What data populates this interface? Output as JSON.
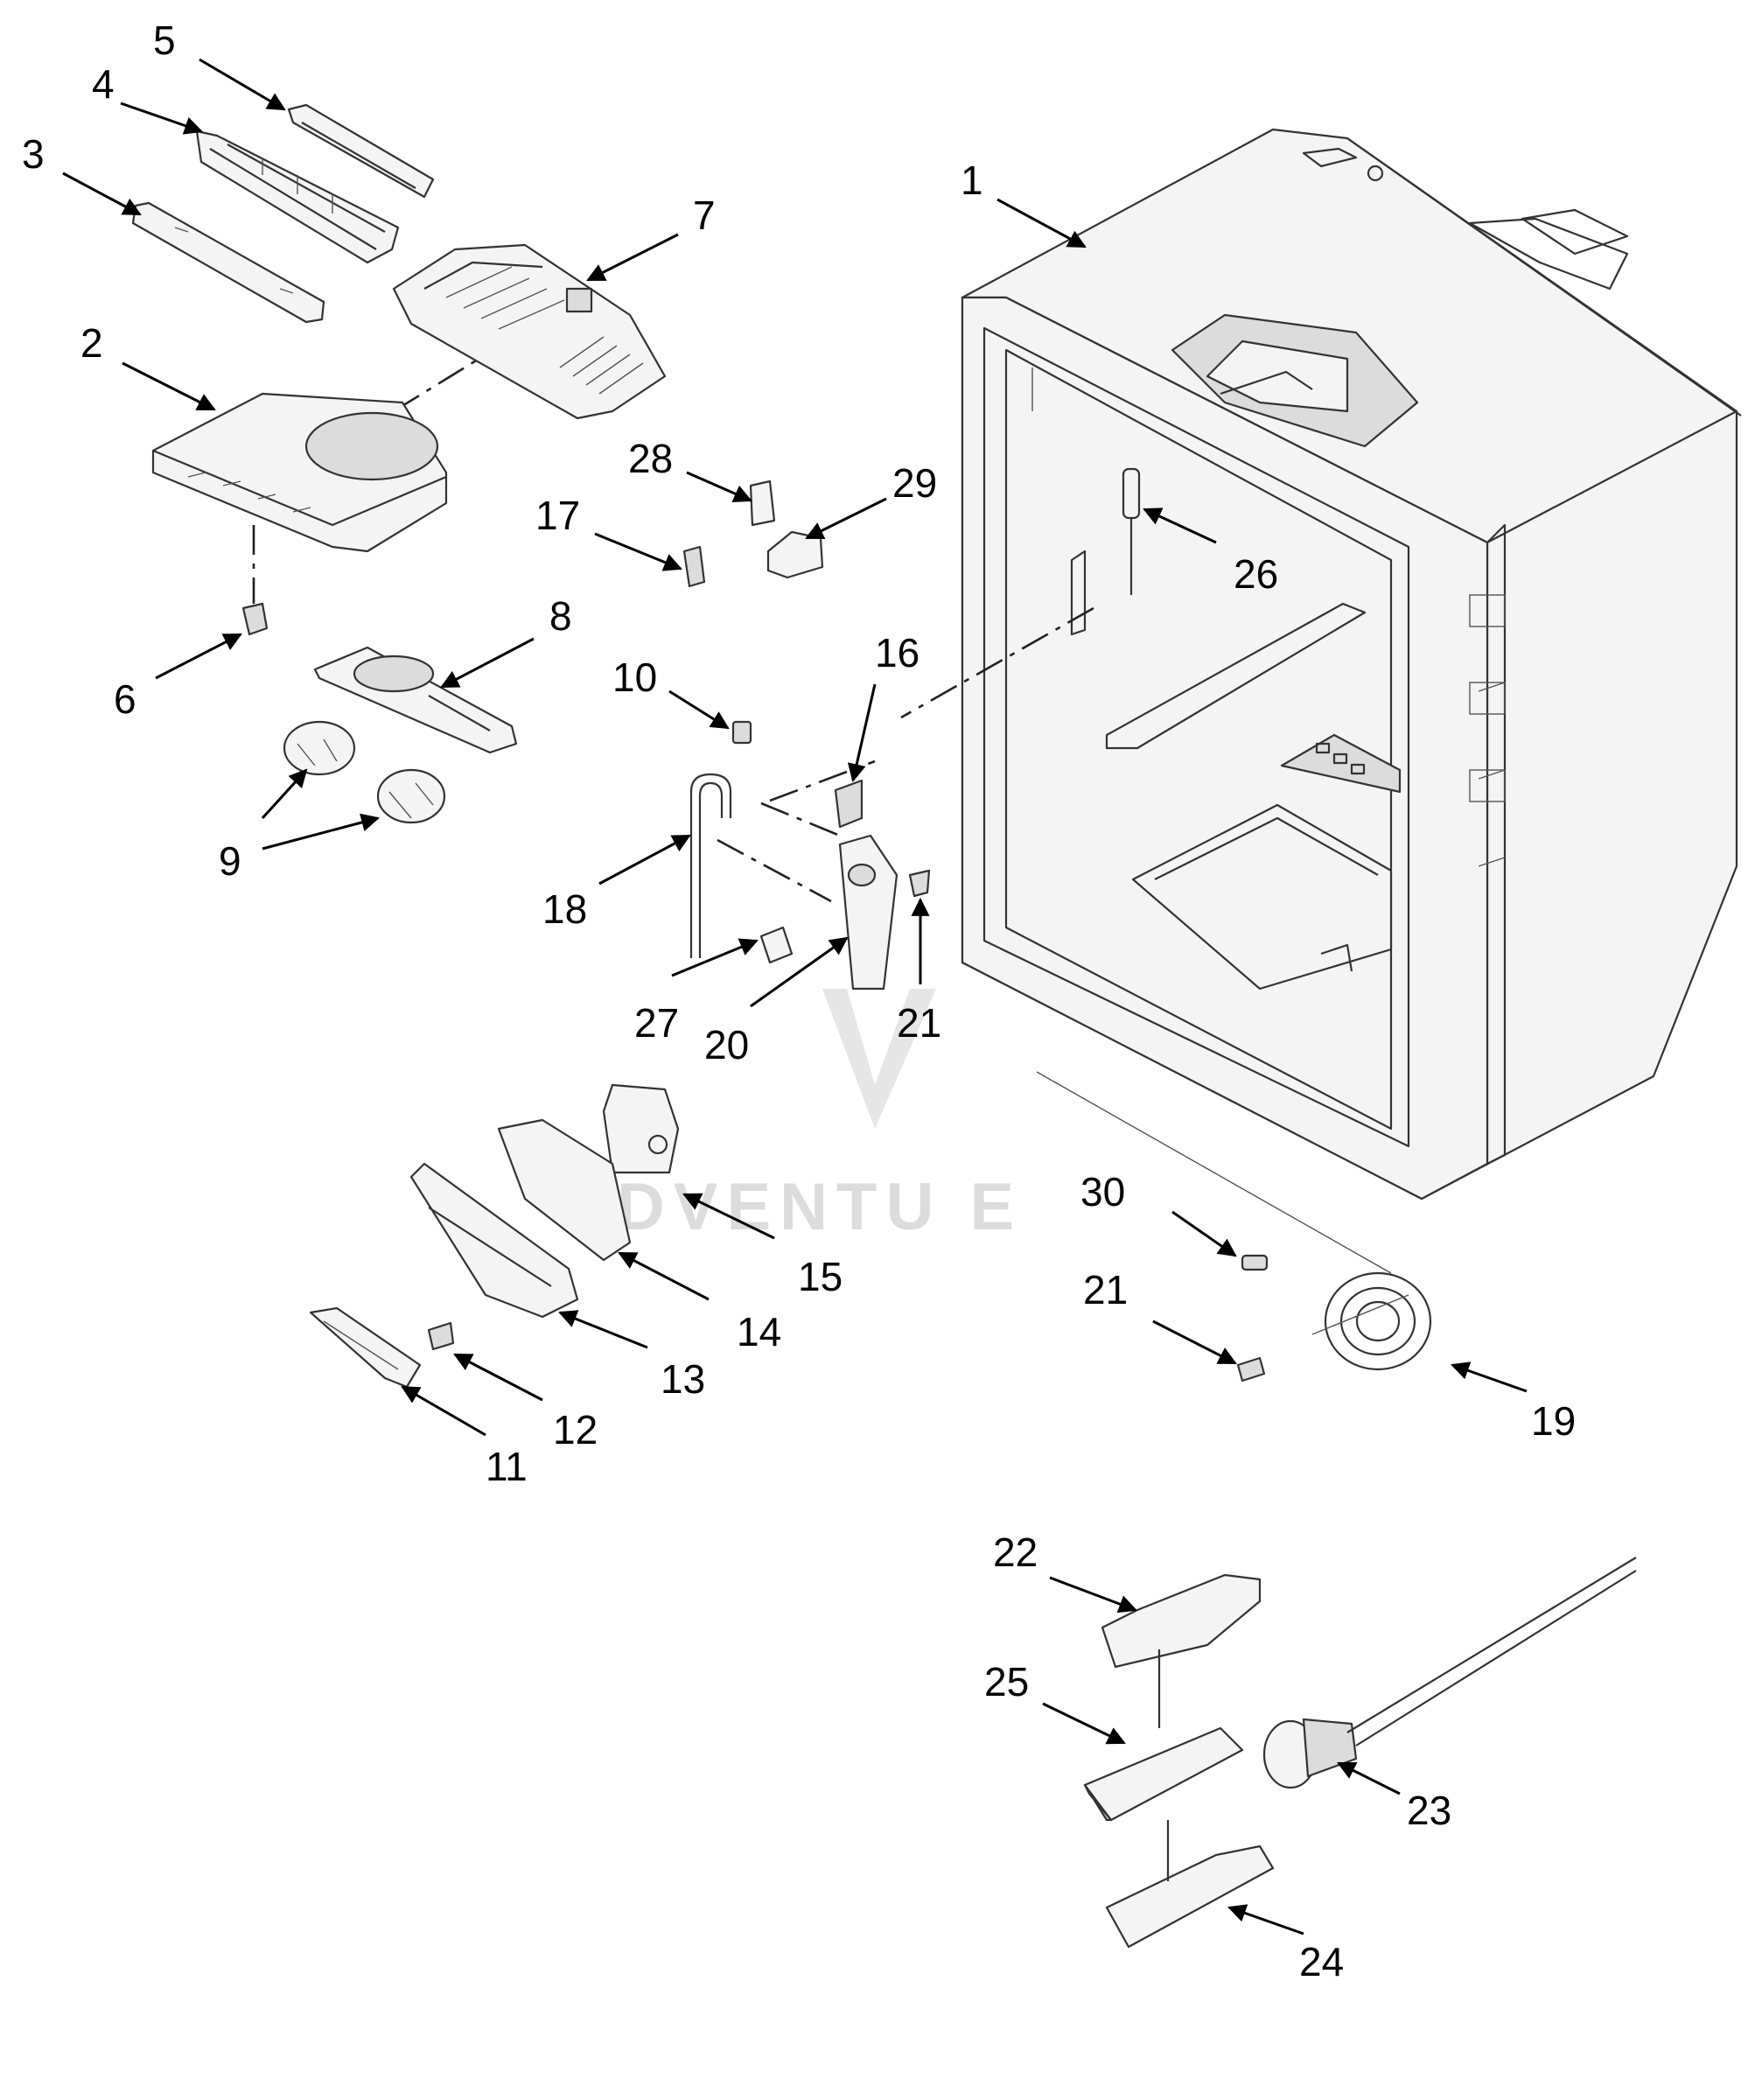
{
  "diagram": {
    "callouts": [
      "1",
      "2",
      "3",
      "4",
      "5",
      "6",
      "7",
      "8",
      "9",
      "10",
      "11",
      "12",
      "13",
      "14",
      "15",
      "16",
      "17",
      "18",
      "19",
      "20",
      "21",
      "22",
      "23",
      "24",
      "25",
      "26",
      "27",
      "28",
      "29",
      "30"
    ],
    "watermark": "ADVENTU E"
  }
}
